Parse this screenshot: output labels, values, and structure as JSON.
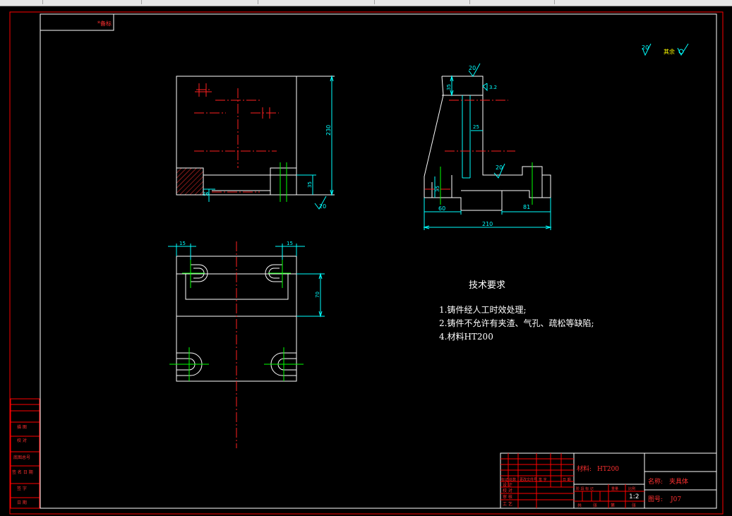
{
  "drawing": {
    "corner_note": "*备标",
    "roughness_top": {
      "value": "20",
      "rest_label": "其余"
    },
    "front_view": {
      "dim_height": "230",
      "dim_small_vertical": "35",
      "dim_small_horizontal": "26",
      "roughness": "20"
    },
    "side_view": {
      "dim_top_width": "35",
      "roughness_top": "20",
      "roughness_side": "3.2",
      "dim_inner": "25",
      "roughness_mid": "20",
      "dim_left_height": "35",
      "dim_left_bottom": "60",
      "dim_right_bottom": "81",
      "dim_overall_width": "210"
    },
    "top_view": {
      "dim_left_slot": "15",
      "dim_right_slot": "15",
      "dim_depth": "70"
    },
    "requirements": {
      "title": "技术要求",
      "items": [
        "1.铸件经人工时效处理;",
        "2.铸件不允许有夹渣、气孔、疏松等缺陷;",
        "4.材料HT200"
      ]
    },
    "left_strip": {
      "labels": [
        "描 图",
        "校 对",
        "底图总号",
        "签 名 日 期",
        "签 字",
        "日 期"
      ]
    },
    "title_block": {
      "material_label": "材料:",
      "material_value": "HT200",
      "name_label": "名称:",
      "name_value": "夹具体",
      "drawing_no_label": "图号:",
      "drawing_no_value": "J07",
      "scale": "1:2",
      "row_labels": [
        "设 计",
        "校 对",
        "审 核",
        "工 艺"
      ],
      "grid_labels": [
        "标记",
        "处数",
        "更改文件号",
        "签 字",
        "日 期"
      ],
      "stage_labels": [
        "阶 段 标 记",
        "重量",
        "比例"
      ],
      "sheet_labels": [
        "共",
        "张",
        "第",
        "张"
      ]
    }
  }
}
